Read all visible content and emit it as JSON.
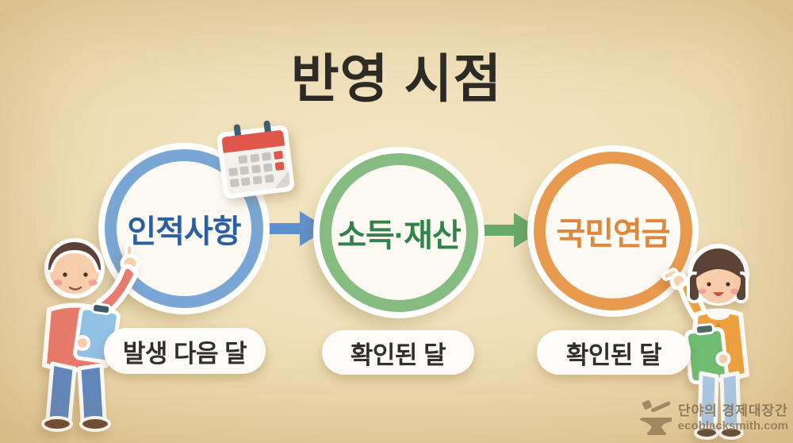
{
  "title": "반영 시점",
  "flow": {
    "steps": [
      {
        "label": "인적사항",
        "timing": "발생 다음 달",
        "ring_color": "#79a6d4",
        "label_color": "#2d5f9e"
      },
      {
        "label": "소득·재산",
        "timing": "확인된 달",
        "ring_color": "#86bb82",
        "label_color": "#33824b"
      },
      {
        "label": "국민연금",
        "timing": "확인된 달",
        "ring_color": "#e89a4f",
        "label_color": "#e0873a"
      }
    ],
    "arrows": [
      {
        "color": "#5e92ce"
      },
      {
        "color": "#67aa69"
      }
    ]
  },
  "decorations": {
    "calendar_icon": {
      "header_color": "#e1564b",
      "highlight_color": "#e2574c",
      "pin_color": "#3f5d77"
    },
    "characters": [
      {
        "name": "boy-with-clipboard"
      },
      {
        "name": "girl-with-clipboard"
      }
    ]
  },
  "watermark": {
    "brand": "단야의 경제대장간",
    "site": "ecoblacksmith.com"
  },
  "background": "#eedbb4"
}
